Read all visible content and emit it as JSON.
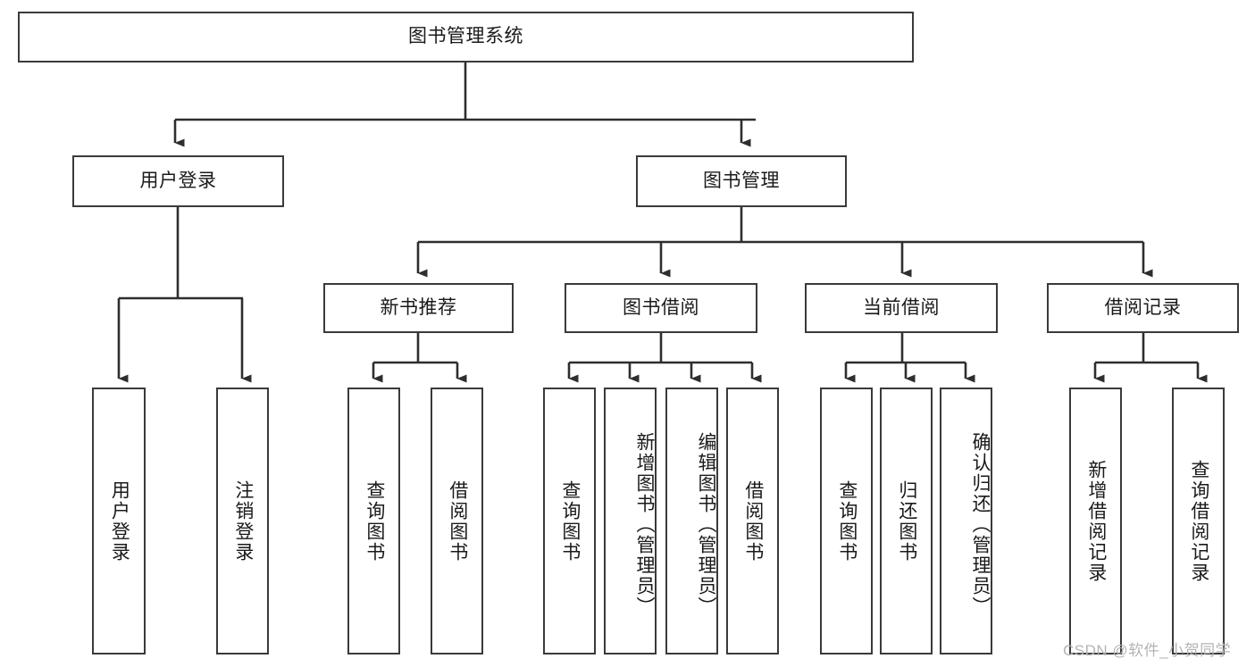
{
  "diagram": {
    "type": "tree-hierarchy",
    "title": "图书管理系统",
    "orientation": "top-down",
    "levels": 4,
    "nodes": {
      "root": {
        "label": "图书管理系统"
      },
      "level2": [
        {
          "id": "user-login",
          "label": "用户登录"
        },
        {
          "id": "book-management",
          "label": "图书管理"
        }
      ],
      "level3": [
        {
          "id": "new-book-recommend",
          "label": "新书推荐",
          "parent": "book-management"
        },
        {
          "id": "book-borrow",
          "label": "图书借阅",
          "parent": "book-management"
        },
        {
          "id": "current-borrow",
          "label": "当前借阅",
          "parent": "book-management"
        },
        {
          "id": "borrow-record",
          "label": "借阅记录",
          "parent": "book-management"
        }
      ],
      "leaves": [
        {
          "id": "leaf-user-login",
          "label": "用户登录",
          "parent": "user-login"
        },
        {
          "id": "leaf-logout",
          "label": "注销登录",
          "parent": "user-login"
        },
        {
          "id": "leaf-query-book-1",
          "label": "查询图书",
          "parent": "new-book-recommend"
        },
        {
          "id": "leaf-borrow-book-1",
          "label": "借阅图书",
          "parent": "new-book-recommend"
        },
        {
          "id": "leaf-query-book-2",
          "label": "查询图书",
          "parent": "book-borrow"
        },
        {
          "id": "leaf-add-book",
          "label": "新增图书（管理员）",
          "parent": "book-borrow"
        },
        {
          "id": "leaf-edit-book",
          "label": "编辑图书（管理员）",
          "parent": "book-borrow"
        },
        {
          "id": "leaf-borrow-book-2",
          "label": "借阅图书",
          "parent": "book-borrow"
        },
        {
          "id": "leaf-query-book-3",
          "label": "查询图书",
          "parent": "current-borrow"
        },
        {
          "id": "leaf-return-book",
          "label": "归还图书",
          "parent": "current-borrow"
        },
        {
          "id": "leaf-confirm-return",
          "label": "确认归还（管理员）",
          "parent": "current-borrow"
        },
        {
          "id": "leaf-add-record",
          "label": "新增借阅记录",
          "parent": "borrow-record"
        },
        {
          "id": "leaf-query-record",
          "label": "查询借阅记录",
          "parent": "borrow-record"
        }
      ]
    },
    "colors": {
      "border": "#3a3a3a",
      "background": "#ffffff",
      "text": "#1a1a1a",
      "watermark": "#b4b4b4"
    }
  },
  "watermark": {
    "text": "CSDN @软件_小贺同学"
  }
}
